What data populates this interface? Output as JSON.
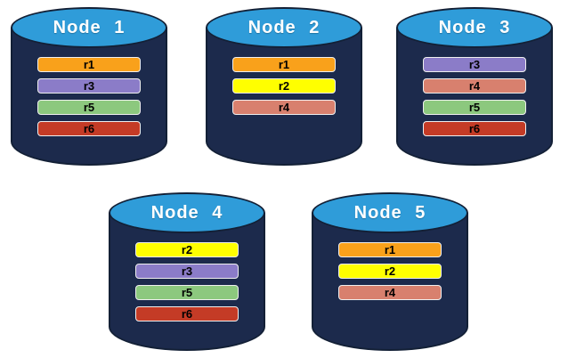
{
  "diagram": {
    "description": "Database replication diagram: five database nodes, each holding a subset of replicas r1-r6"
  },
  "colors": {
    "background": "#FFFFFF",
    "cylinder_top": "#2F9CD9",
    "cylinder_body": "#1C2A4C",
    "cylinder_outline": "#132036",
    "title_text": "#FFFFFF",
    "bar_text": "#000000",
    "bar_border": "#EFEFEF"
  },
  "replica_colors": {
    "r1": "#F9A11B",
    "r2": "#FFFF00",
    "r3": "#8B7CC8",
    "r4": "#D8806E",
    "r5": "#8CC87E",
    "r6": "#C43B26"
  },
  "nodes": [
    {
      "label": "Node 1",
      "replicas": [
        "r1",
        "r3",
        "r5",
        "r6"
      ]
    },
    {
      "label": "Node 2",
      "replicas": [
        "r1",
        "r2",
        "r4"
      ]
    },
    {
      "label": "Node 3",
      "replicas": [
        "r3",
        "r4",
        "r5",
        "r6"
      ]
    },
    {
      "label": "Node 4",
      "replicas": [
        "r2",
        "r3",
        "r5",
        "r6"
      ]
    },
    {
      "label": "Node 5",
      "replicas": [
        "r1",
        "r2",
        "r4"
      ]
    }
  ]
}
